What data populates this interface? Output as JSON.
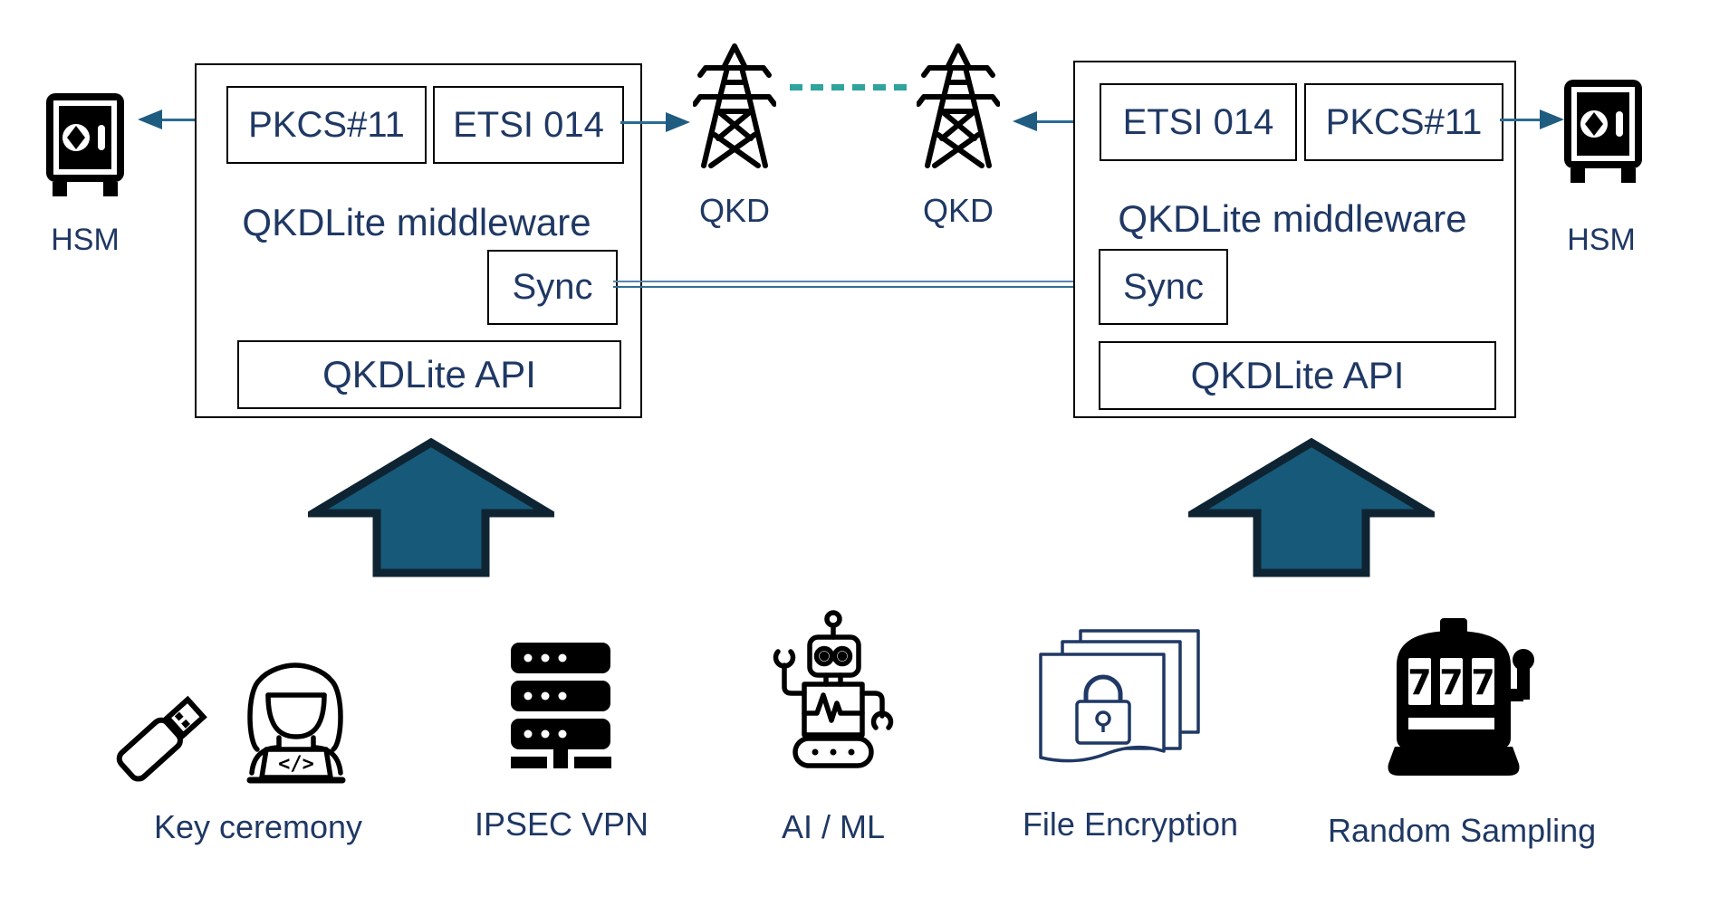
{
  "colors": {
    "navy_text": "#1F3864",
    "connector_blue": "#2A6B93",
    "arrowhead_blue": "#1F5C80",
    "qkd_link_teal": "#2FA39D",
    "big_arrow_fill": "#175978",
    "big_arrow_stroke": "#0F2433",
    "icon_black": "#000000",
    "document_outline": "#1F3864",
    "box_border": "#000000"
  },
  "left_node": {
    "hsm_label": "HSM",
    "pkcs11_label": "PKCS#11",
    "etsi014_label": "ETSI 014",
    "middleware_label": "QKDLite middleware",
    "sync_label": "Sync",
    "api_label": "QKDLite API",
    "qkd_label": "QKD"
  },
  "right_node": {
    "etsi014_label": "ETSI 014",
    "pkcs11_label": "PKCS#11",
    "middleware_label": "QKDLite middleware",
    "sync_label": "Sync",
    "api_label": "QKDLite API",
    "qkd_label": "QKD",
    "hsm_label": "HSM"
  },
  "applications": {
    "items": [
      {
        "label": "Key ceremony",
        "icon": "usb-drive-and-developer",
        "code": "</>"
      },
      {
        "label": "IPSEC VPN",
        "icon": "server-stack"
      },
      {
        "label": "AI / ML",
        "icon": "robot"
      },
      {
        "label": "File Encryption",
        "icon": "locked-documents"
      },
      {
        "label": "Random Sampling",
        "icon": "slot-machine",
        "digits": [
          "7",
          "7",
          "7"
        ]
      }
    ]
  }
}
